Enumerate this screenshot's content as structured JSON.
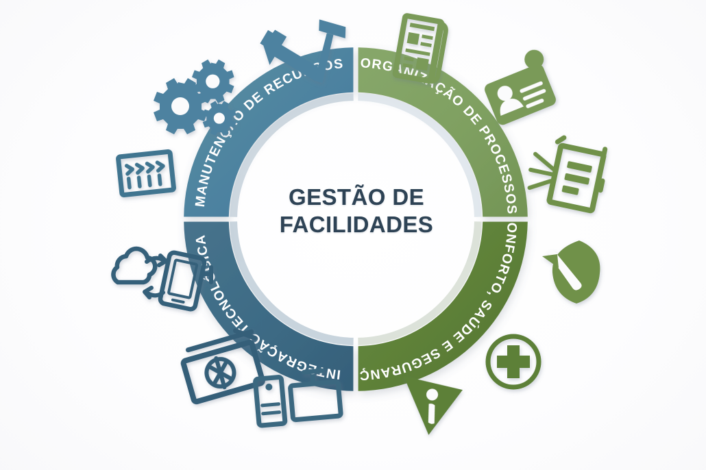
{
  "page": {
    "background_color": "#fbfbfc",
    "type": "circular-infographic"
  },
  "center": {
    "line1": "GESTÃO DE",
    "line2": "FACILIDADES",
    "text_color": "#2e4355"
  },
  "wheel": {
    "segments": [
      {
        "id": "manutencao",
        "label": "MANUTENÇÃO DE RECURSOS",
        "color": "#4d82a0",
        "color_dark": "#3f7490",
        "position": "top-left"
      },
      {
        "id": "organizacao",
        "label": "ORGANIZAÇÃO DE PROCESSOS",
        "color": "#7fa061",
        "color_dark": "#6f9152",
        "position": "top-right"
      },
      {
        "id": "conforto",
        "label": "CONFORTO, SAÚDE E SEGURANÇA",
        "color": "#5d8038",
        "color_dark": "#50702e",
        "position": "bottom-right"
      },
      {
        "id": "integracao",
        "label": "INTEGRAÇÃO TECNOLÓGICA",
        "color": "#3d6b85",
        "color_dark": "#335b73",
        "position": "bottom-left"
      }
    ],
    "inner_shadow_color": "#c8d3dc"
  },
  "icons": [
    {
      "id": "hammers",
      "name": "hammers-icon",
      "color": "#4d82a0",
      "group": "manutencao"
    },
    {
      "id": "gears",
      "name": "gears-icon",
      "color": "#4d82a0",
      "group": "manutencao"
    },
    {
      "id": "hvac",
      "name": "air-vent-icon",
      "color": "#3f7490",
      "group": "manutencao"
    },
    {
      "id": "cloud",
      "name": "cloud-sync-tablet-icon",
      "color": "#35607a",
      "group": "integracao"
    },
    {
      "id": "display",
      "name": "monitor-network-icon",
      "color": "#355f79",
      "group": "integracao"
    },
    {
      "id": "desktop",
      "name": "desktop-computer-icon",
      "color": "#3a6880",
      "group": "integracao"
    },
    {
      "id": "info",
      "name": "information-triangle-icon",
      "color": "#5d8038",
      "group": "conforto"
    },
    {
      "id": "medical",
      "name": "medical-cross-icon",
      "color": "#5d8038",
      "group": "conforto"
    },
    {
      "id": "leaf",
      "name": "leaf-icon",
      "color": "#6f9148",
      "group": "conforto"
    },
    {
      "id": "clipboard",
      "name": "clipboard-checklist-icon",
      "color": "#6f9148",
      "group": "organizacao"
    },
    {
      "id": "idbadge",
      "name": "id-badge-icon",
      "color": "#7a9a58",
      "group": "organizacao"
    },
    {
      "id": "newspaper",
      "name": "newspaper-icon",
      "color": "#7a9a58",
      "group": "organizacao"
    }
  ]
}
